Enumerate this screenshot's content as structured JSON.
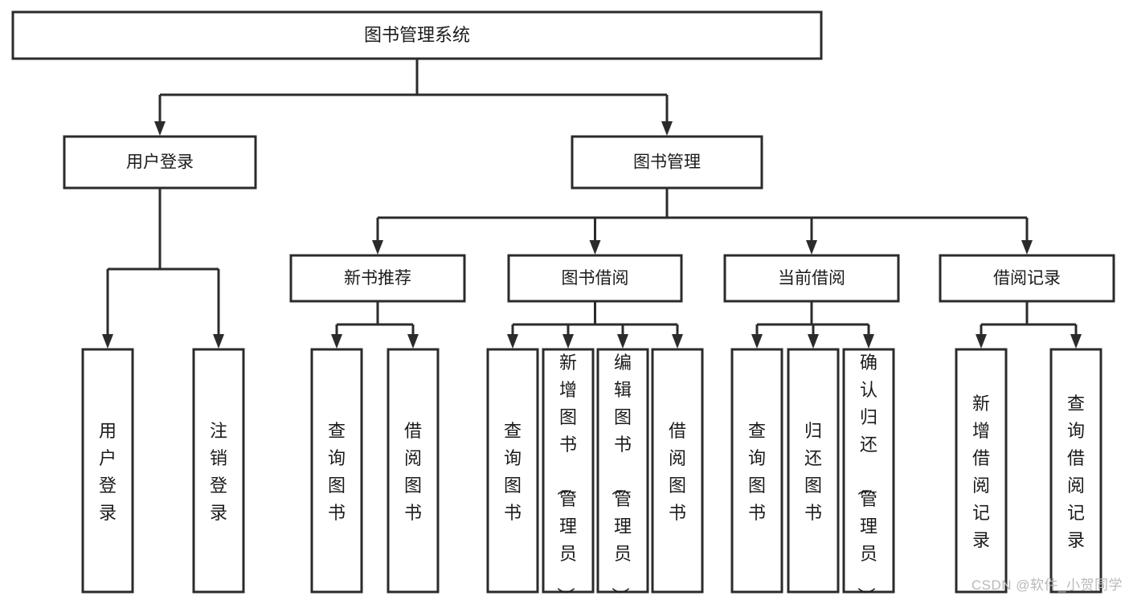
{
  "diagram": {
    "title": "图书管理系统",
    "watermark": "CSDN @软件_小贺同学",
    "colors": {
      "stroke": "#2b2b2b",
      "fill": "#ffffff",
      "text": "#1b1b1b",
      "watermark": "#b9b9b9"
    }
  },
  "nodes": {
    "root": {
      "label": "图书管理系统",
      "level": 1,
      "orientation": "horizontal"
    },
    "user_login": {
      "label": "用户登录",
      "level": 2,
      "orientation": "horizontal"
    },
    "book_manage": {
      "label": "图书管理",
      "level": 2,
      "orientation": "horizontal"
    },
    "new_book_rec": {
      "label": "新书推荐",
      "level": 3,
      "orientation": "horizontal"
    },
    "book_borrow": {
      "label": "图书借阅",
      "level": 3,
      "orientation": "horizontal"
    },
    "current_borrow": {
      "label": "当前借阅",
      "level": 3,
      "orientation": "horizontal"
    },
    "borrow_record": {
      "label": "借阅记录",
      "level": 3,
      "orientation": "horizontal"
    },
    "leaf_user_login": {
      "label": "用户登录",
      "level": 4,
      "orientation": "vertical"
    },
    "leaf_user_logout": {
      "label": "注销登录",
      "level": 4,
      "orientation": "vertical"
    },
    "leaf_rec_query": {
      "label": "查询图书",
      "level": 4,
      "orientation": "vertical"
    },
    "leaf_rec_borrow": {
      "label": "借阅图书",
      "level": 4,
      "orientation": "vertical"
    },
    "leaf_borrow_query": {
      "label": "查询图书",
      "level": 4,
      "orientation": "vertical"
    },
    "leaf_borrow_add": {
      "label": "新增图书（管理员）",
      "level": 4,
      "orientation": "vertical"
    },
    "leaf_borrow_edit": {
      "label": "编辑图书（管理员）",
      "level": 4,
      "orientation": "vertical"
    },
    "leaf_borrow_take": {
      "label": "借阅图书",
      "level": 4,
      "orientation": "vertical"
    },
    "leaf_cur_query": {
      "label": "查询图书",
      "level": 4,
      "orientation": "vertical"
    },
    "leaf_cur_return": {
      "label": "归还图书",
      "level": 4,
      "orientation": "vertical"
    },
    "leaf_cur_confirm": {
      "label": "确认归还（管理员）",
      "level": 4,
      "orientation": "vertical"
    },
    "leaf_rec_add": {
      "label": "新增借阅记录",
      "level": 4,
      "orientation": "vertical"
    },
    "leaf_rec_search": {
      "label": "查询借阅记录",
      "level": 4,
      "orientation": "vertical"
    }
  },
  "hierarchy": [
    {
      "id": "root",
      "label": "图书管理系统",
      "children": [
        {
          "id": "user_login",
          "label": "用户登录",
          "children": [
            {
              "id": "leaf_user_login",
              "label": "用户登录",
              "children": []
            },
            {
              "id": "leaf_user_logout",
              "label": "注销登录",
              "children": []
            }
          ]
        },
        {
          "id": "book_manage",
          "label": "图书管理",
          "children": [
            {
              "id": "new_book_rec",
              "label": "新书推荐",
              "children": [
                {
                  "id": "leaf_rec_query",
                  "label": "查询图书",
                  "children": []
                },
                {
                  "id": "leaf_rec_borrow",
                  "label": "借阅图书",
                  "children": []
                }
              ]
            },
            {
              "id": "book_borrow",
              "label": "图书借阅",
              "children": [
                {
                  "id": "leaf_borrow_query",
                  "label": "查询图书",
                  "children": []
                },
                {
                  "id": "leaf_borrow_add",
                  "label": "新增图书（管理员）",
                  "children": []
                },
                {
                  "id": "leaf_borrow_edit",
                  "label": "编辑图书（管理员）",
                  "children": []
                },
                {
                  "id": "leaf_borrow_take",
                  "label": "借阅图书",
                  "children": []
                }
              ]
            },
            {
              "id": "current_borrow",
              "label": "当前借阅",
              "children": [
                {
                  "id": "leaf_cur_query",
                  "label": "查询图书",
                  "children": []
                },
                {
                  "id": "leaf_cur_return",
                  "label": "归还图书",
                  "children": []
                },
                {
                  "id": "leaf_cur_confirm",
                  "label": "确认归还（管理员）",
                  "children": []
                }
              ]
            },
            {
              "id": "borrow_record",
              "label": "借阅记录",
              "children": [
                {
                  "id": "leaf_rec_add",
                  "label": "新增借阅记录",
                  "children": []
                },
                {
                  "id": "leaf_rec_search",
                  "label": "查询借阅记录",
                  "children": []
                }
              ]
            }
          ]
        }
      ]
    }
  ]
}
